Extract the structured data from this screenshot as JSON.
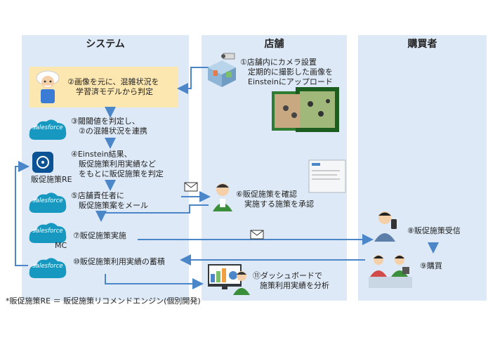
{
  "lanes": [
    {
      "title": "システム"
    },
    {
      "title": "店舗"
    },
    {
      "title": "購買者"
    }
  ],
  "steps": {
    "s1": [
      "①店舗内にカメラ設置",
      "定期的に撮影した画像を",
      "Einsteinにアップロード"
    ],
    "s2": [
      "②画像を元に、混雑状況を",
      "学習済モデルから判定"
    ],
    "s3": [
      "③閾閾値を判定し、",
      "②の混雑状況を連携"
    ],
    "s4": [
      "④Einstein結果、",
      "販促施策利用実績など",
      "をもとに販促施策を判定"
    ],
    "s5": [
      "⑤店舗責任者に",
      "販促施策案をメール"
    ],
    "s6": [
      "⑥販促施策を確認",
      "実施する施策を承認"
    ],
    "s7": "⑦販促施策実施",
    "s8": "⑧販促施策受信",
    "s9": "⑨購買",
    "s10": "⑩販促施策利用実績の蓄積",
    "s11": [
      "⑪ダッシュボードで",
      "施策利用実績を分析"
    ]
  },
  "labels": {
    "salesforce": "salesforce",
    "re_label": "販促施策RE",
    "mc_label": "MC"
  },
  "footnote": "*販促施策RE ＝ 販促施策リコメンドエンジン(個別開発)",
  "colors": {
    "lane_bg": "#dde9f6",
    "highlight": "#fde7b1",
    "arrow": "#4a86c8",
    "salesforce_blue": "#1798c1"
  }
}
